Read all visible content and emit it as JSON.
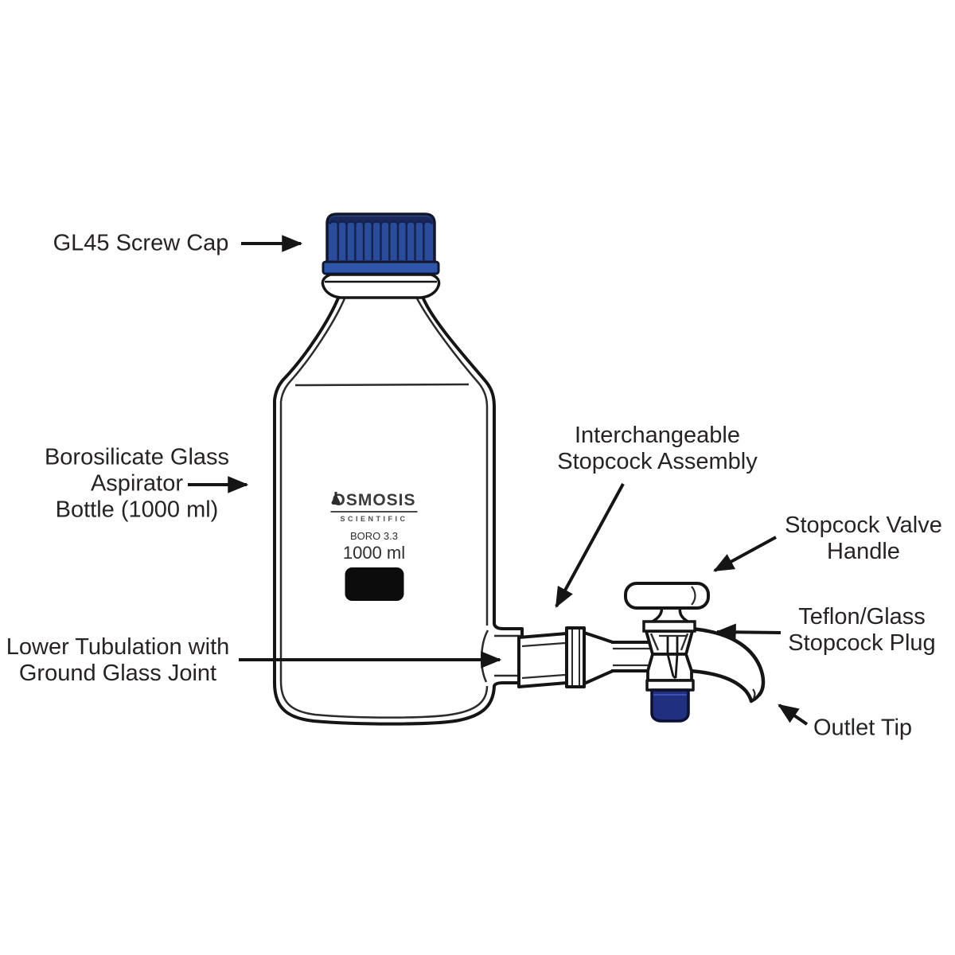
{
  "labels": {
    "gl45": {
      "lines": [
        "GL45 Screw Cap"
      ]
    },
    "bottle": {
      "lines": [
        "Borosilicate Glass",
        "Aspirator",
        "Bottle (1000 ml)"
      ]
    },
    "tubulation": {
      "lines": [
        "Lower Tubulation with",
        "Ground Glass Joint"
      ]
    },
    "stopcock_assembly": {
      "lines": [
        "Interchangeable",
        "Stopcock Assembly"
      ]
    },
    "valve_handle": {
      "lines": [
        "Stopcock Valve",
        "Handle"
      ]
    },
    "stopcock_plug": {
      "lines": [
        "Teflon/Glass",
        "Stopcock Plug"
      ]
    },
    "outlet_tip": {
      "lines": [
        "Outlet Tip"
      ]
    }
  },
  "bottle_markings": {
    "brand": "OSMOSIS",
    "brand_sub": "SCIENTIFIC",
    "material": "BORO 3.3",
    "capacity": "1000 ml"
  },
  "colors": {
    "cap_blue": "#2a4c9a",
    "cap_skirt_blue": "#2e55a8",
    "cap_rib_dark": "#13214f",
    "nut_navy": "#20307e",
    "line_black": "#151515",
    "text_color": "#272324",
    "label_block_black": "#0c0c0c"
  }
}
